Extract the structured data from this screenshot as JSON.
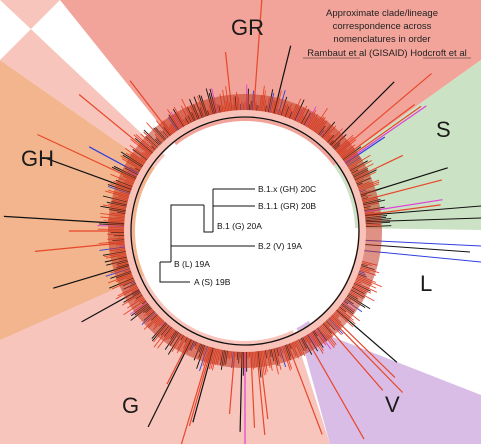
{
  "colors": {
    "gr_bg": "#f2a49a",
    "gh_bg": "#f2b58e",
    "g_bg": "#f8c5bd",
    "s_bg": "#cce2c4",
    "v_bg": "#d9bde6",
    "l_bg": "#ffffff",
    "inner_ring": "#f9c2b8",
    "branch_red": "#e8472a",
    "branch_black": "#111111",
    "branch_blue": "#2f3fe0",
    "branch_magenta": "#e040d8"
  },
  "clades": {
    "gr": "GR",
    "gh": "GH",
    "g": "G",
    "s": "S",
    "l": "L",
    "v": "V"
  },
  "legend": {
    "line1": "Approximate clade/lineage",
    "line2": "correspondence across",
    "line3": "nomenclatures in order",
    "line4": "Rambaut et al (GISAID) Hodcroft et al"
  },
  "tree": {
    "b1x": "B.1.x (GH) 20C",
    "b11": "B.1.1 (GR) 20B",
    "b1": "B.1 (G) 20A",
    "b2": "B.2 (V) 19A",
    "b": "B (L) 19A",
    "a": "A (S) 19B"
  }
}
